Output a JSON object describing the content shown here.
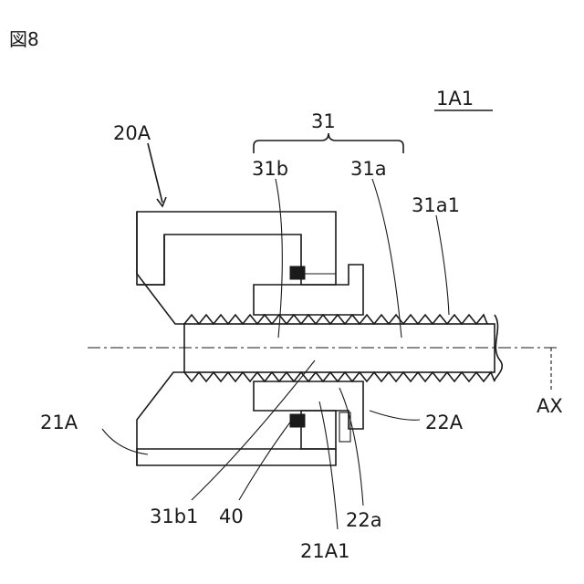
{
  "figure_label": "図8",
  "embodiment_label": "1A1",
  "labels": {
    "part_20A": "20A",
    "part_31": "31",
    "part_31b": "31b",
    "part_31a": "31a",
    "part_31a1": "31a1",
    "part_21A": "21A",
    "part_22A": "22A",
    "axis_AX": "AX",
    "part_31b1": "31b1",
    "part_40": "40",
    "part_22a": "22a",
    "part_21A1": "21A1"
  }
}
